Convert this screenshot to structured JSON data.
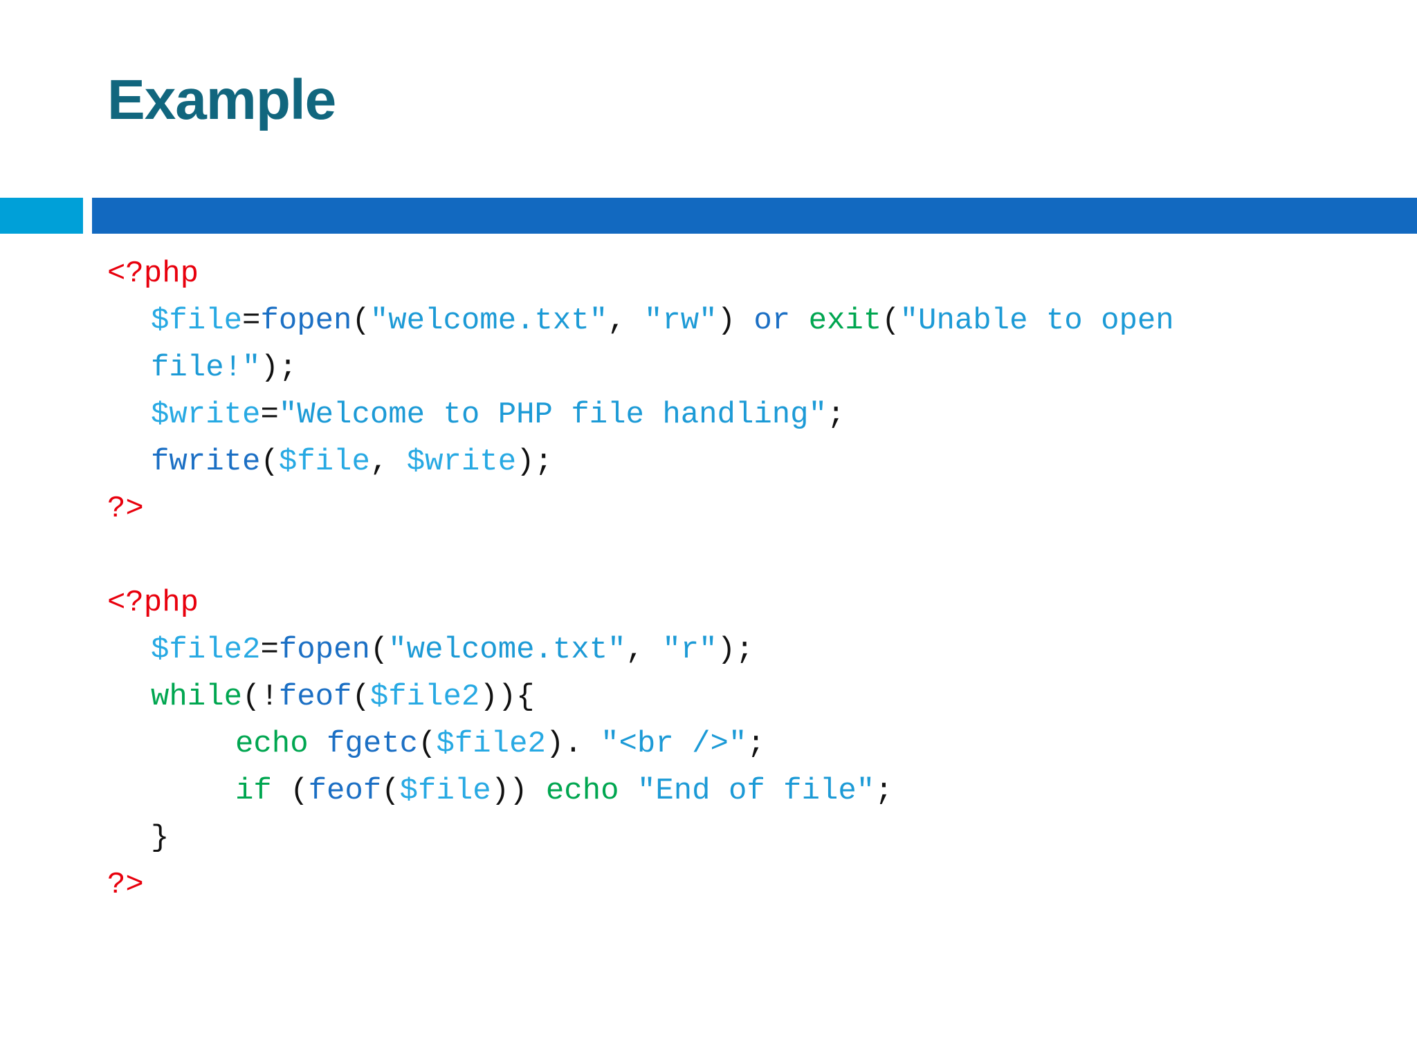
{
  "slide": {
    "title": "Example",
    "title_color": "#11667e",
    "rule_left_color": "#00a0d8",
    "rule_main_color": "#1269c0",
    "background_color": "#ffffff"
  },
  "code": {
    "language": "php",
    "syntax_colors": {
      "tag": "#e8000d",
      "variable": "#27a9e3",
      "function": "#1b6fc4",
      "keyword": "#00a650",
      "string": "#1c9ad6",
      "punctuation": "#111111"
    },
    "block1": {
      "open_tag": "<?php",
      "close_tag": "?>",
      "line1_a": "$file",
      "line1_b": "=",
      "line1_c": "fopen",
      "line1_d": "(",
      "line1_e": "\"welcome.txt\"",
      "line1_f": ", ",
      "line1_g": "\"rw\"",
      "line1_h": ")",
      "line1_i": " or ",
      "line1_j": "exit",
      "line1_k": "(",
      "line1_l": "\"Unable to open file!\"",
      "line1_m": ");",
      "line2_a": "$write",
      "line2_b": "=",
      "line2_c": "\"Welcome to PHP file handling\"",
      "line2_d": ";",
      "line3_a": "fwrite",
      "line3_b": "(",
      "line3_c": "$file",
      "line3_d": ", ",
      "line3_e": "$write",
      "line3_f": ");"
    },
    "block2": {
      "open_tag": "<?php",
      "close_tag": "?>",
      "line1_a": "$file2",
      "line1_b": "=",
      "line1_c": "fopen",
      "line1_d": "(",
      "line1_e": "\"welcome.txt\"",
      "line1_f": ", ",
      "line1_g": "\"r\"",
      "line1_h": ");",
      "line2_a": "while",
      "line2_b": "(!",
      "line2_c": "feof",
      "line2_d": "(",
      "line2_e": "$file2",
      "line2_f": ")){",
      "line3_a": "echo",
      "line3_b": " ",
      "line3_c": "fgetc",
      "line3_d": "(",
      "line3_e": "$file2",
      "line3_f": "). ",
      "line3_g": "\"<br />\"",
      "line3_h": ";",
      "line4_a": "if",
      "line4_b": " (",
      "line4_c": "feof",
      "line4_d": "(",
      "line4_e": "$file",
      "line4_f": ")) ",
      "line4_g": "echo",
      "line4_h": " ",
      "line4_i": "\"End of file\"",
      "line4_j": ";",
      "line5": "}"
    }
  }
}
